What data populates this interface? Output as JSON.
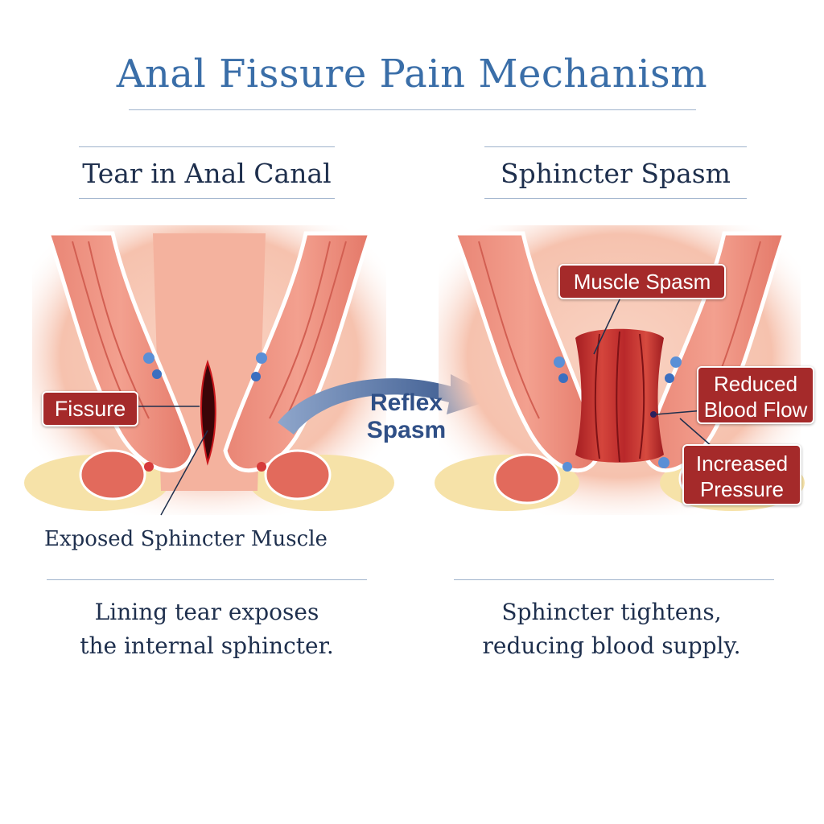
{
  "title": "Anal Fissure Pain Mechanism",
  "left_panel": {
    "heading": "Tear in Anal Canal",
    "label_fissure": "Fissure",
    "label_exposed": "Exposed Sphincter Muscle",
    "caption_line1": "Lining tear exposes",
    "caption_line2": "the internal sphincter."
  },
  "right_panel": {
    "heading": "Sphincter Spasm",
    "label_spasm": "Muscle Spasm",
    "label_blood_1": "Reduced",
    "label_blood_2": "Blood Flow",
    "label_pressure_1": "Increased",
    "label_pressure_2": "Pressure",
    "caption_line1": "Sphincter tightens,",
    "caption_line2": "reducing blood supply."
  },
  "arrow": {
    "line1": "Reflex",
    "line2": "Spasm"
  },
  "colors": {
    "title": "#3a6ea8",
    "text": "#1e2f4d",
    "tag": "#a52a2a",
    "tissue": "#f2a089",
    "muscle": "#e2675a",
    "fat": "#f6e2a8",
    "arrow": "#3d5c94"
  }
}
